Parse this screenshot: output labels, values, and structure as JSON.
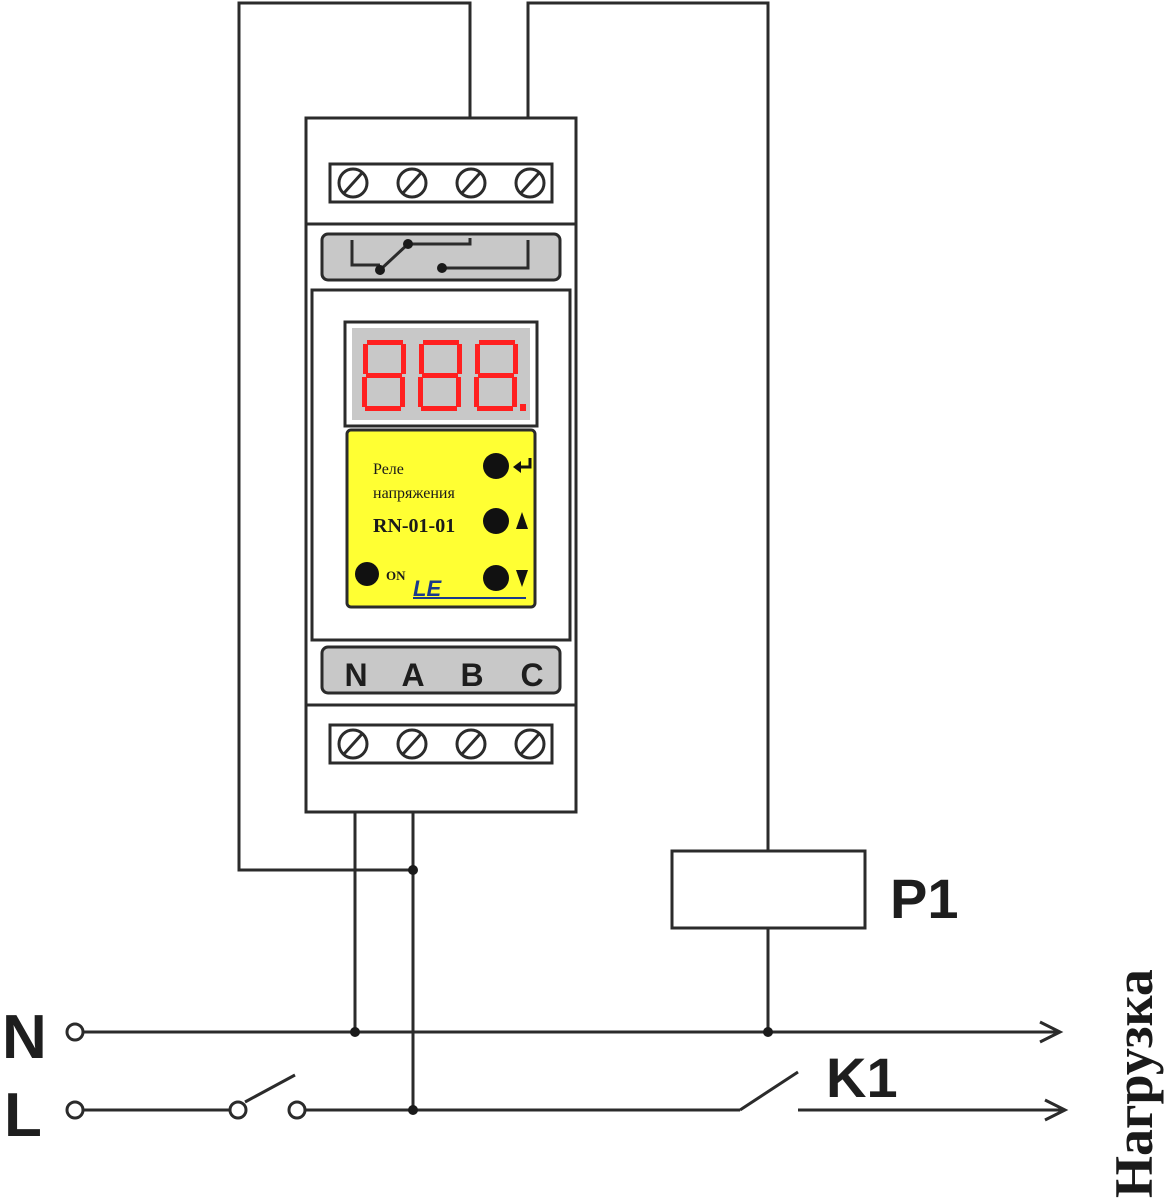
{
  "line_labels": {
    "neutral": "N",
    "live": "L"
  },
  "device": {
    "name_line1": "Реле",
    "name_line2": "напряжения",
    "model": "RN-01-01",
    "display": "888.",
    "on_label": "ON",
    "logo": "LE",
    "terminals": [
      "N",
      "A",
      "B",
      "C"
    ],
    "button_icons": [
      "enter-arrow-icon",
      "up-arrow-icon",
      "down-arrow-icon"
    ],
    "colors": {
      "panel": "#ffff33",
      "display_text": "#ff2020",
      "display_bg": "#c8c8c8"
    }
  },
  "relay_label": "P1",
  "contactor_label": "K1",
  "load_label": "Нагрузка"
}
